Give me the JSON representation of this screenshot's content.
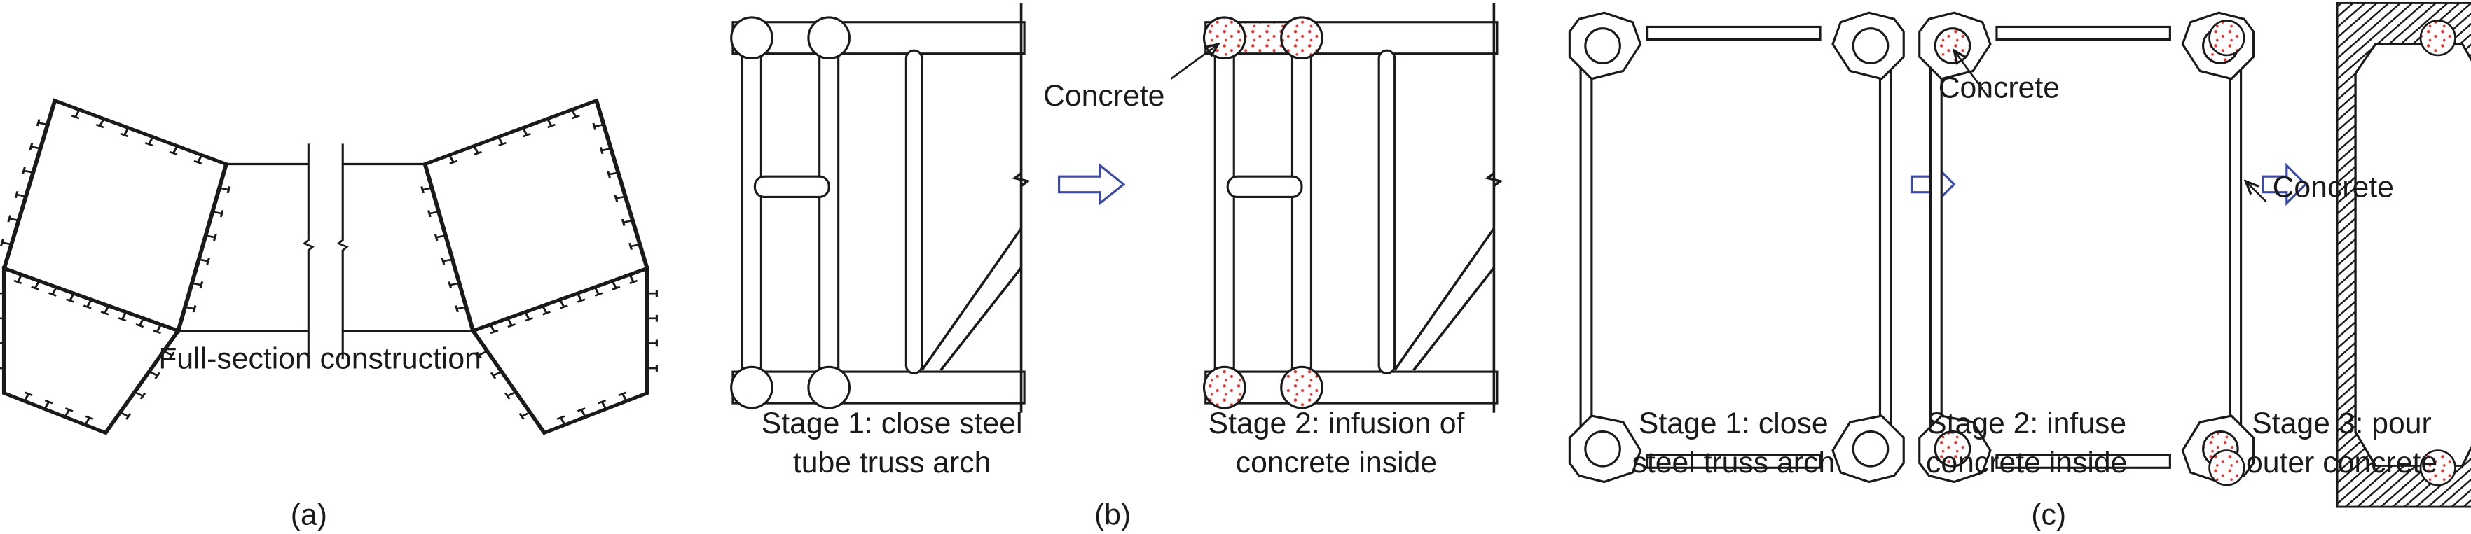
{
  "figure": {
    "panels": [
      {
        "id": "a",
        "caption": "(a)",
        "annotation": "Full-section construction"
      },
      {
        "id": "b",
        "caption": "(b)",
        "stages": [
          {
            "line1": "Stage 1: close steel",
            "line2": "tube truss arch"
          },
          {
            "line1": "Stage 2: infusion of",
            "line2": "concrete inside"
          }
        ],
        "callout": "Concrete"
      },
      {
        "id": "c",
        "caption": "(c)",
        "stages": [
          {
            "line1": "Stage 1: close",
            "line2": "steel truss arch"
          },
          {
            "line1": "Stage 2: infuse",
            "line2": "concrete inside"
          },
          {
            "line1": "Stage 3: pour",
            "line2": "outer concrete"
          }
        ],
        "callouts": [
          "Concrete",
          "Concrete"
        ]
      }
    ],
    "colors": {
      "line": "#1a1a1a",
      "concrete_dots": "#e8312a",
      "arrow": "#3a4aa8"
    }
  }
}
